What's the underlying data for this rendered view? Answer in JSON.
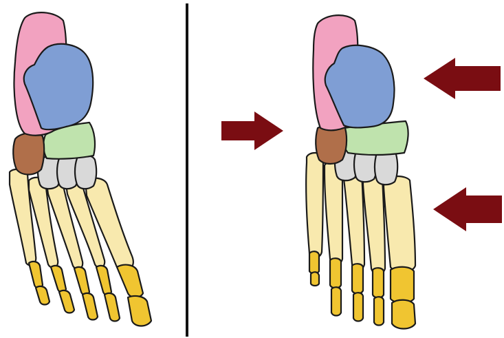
{
  "colors": {
    "background": "#ffffff",
    "divider": "#111111",
    "outline": "#1a1a1a",
    "calcaneus": "#f2a2c0",
    "talus": "#7f9ed4",
    "navicular": "#bfe3ad",
    "cuboid": "#b06f4a",
    "cuneiforms": "#d9d9d9",
    "metatarsals": "#f8e9ae",
    "phalanges": "#f0c531",
    "arrow": "#7a0d12"
  },
  "panels": {
    "left": {
      "arrows": []
    },
    "right": {
      "arrows": [
        {
          "direction": "right",
          "side": "medial"
        },
        {
          "direction": "left",
          "side": "lateral-upper"
        },
        {
          "direction": "left",
          "side": "lateral-lower"
        }
      ]
    }
  }
}
